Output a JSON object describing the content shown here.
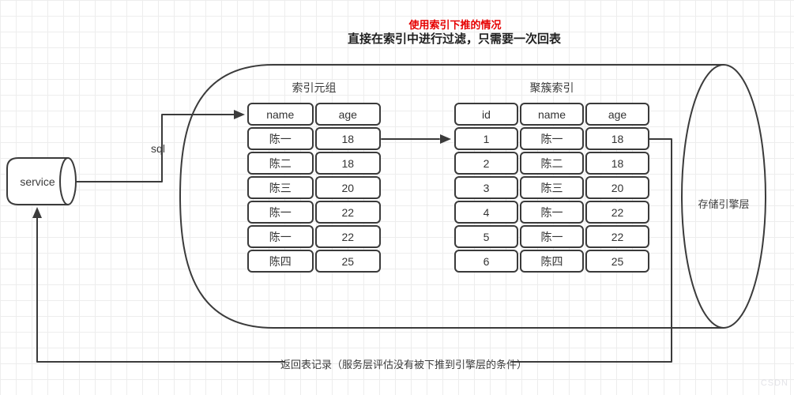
{
  "header": {
    "title": "使用索引下推的情况",
    "subtitle": "直接在索引中进行过滤，只需要一次回表"
  },
  "service": {
    "label": "service"
  },
  "sql_label": "sql",
  "engine_label": "存储引擎层",
  "return_label": "返回表记录（服务层评估没有被下推到引擎层的条件）",
  "tables": [
    {
      "title": "索引元组",
      "headers": [
        "name",
        "age"
      ],
      "rows": [
        [
          "陈一",
          "18"
        ],
        [
          "陈二",
          "18"
        ],
        [
          "陈三",
          "20"
        ],
        [
          "陈一",
          "22"
        ],
        [
          "陈一",
          "22"
        ],
        [
          "陈四",
          "25"
        ]
      ]
    },
    {
      "title": "聚簇索引",
      "headers": [
        "id",
        "name",
        "age"
      ],
      "rows": [
        [
          "1",
          "陈一",
          "18"
        ],
        [
          "2",
          "陈二",
          "18"
        ],
        [
          "3",
          "陈三",
          "20"
        ],
        [
          "4",
          "陈一",
          "22"
        ],
        [
          "5",
          "陈一",
          "22"
        ],
        [
          "6",
          "陈四",
          "25"
        ]
      ]
    }
  ],
  "watermark": "CSDN",
  "colors": {
    "title_red": "#e60000",
    "stroke": "#3b3b3b",
    "grid": "#ededed"
  }
}
